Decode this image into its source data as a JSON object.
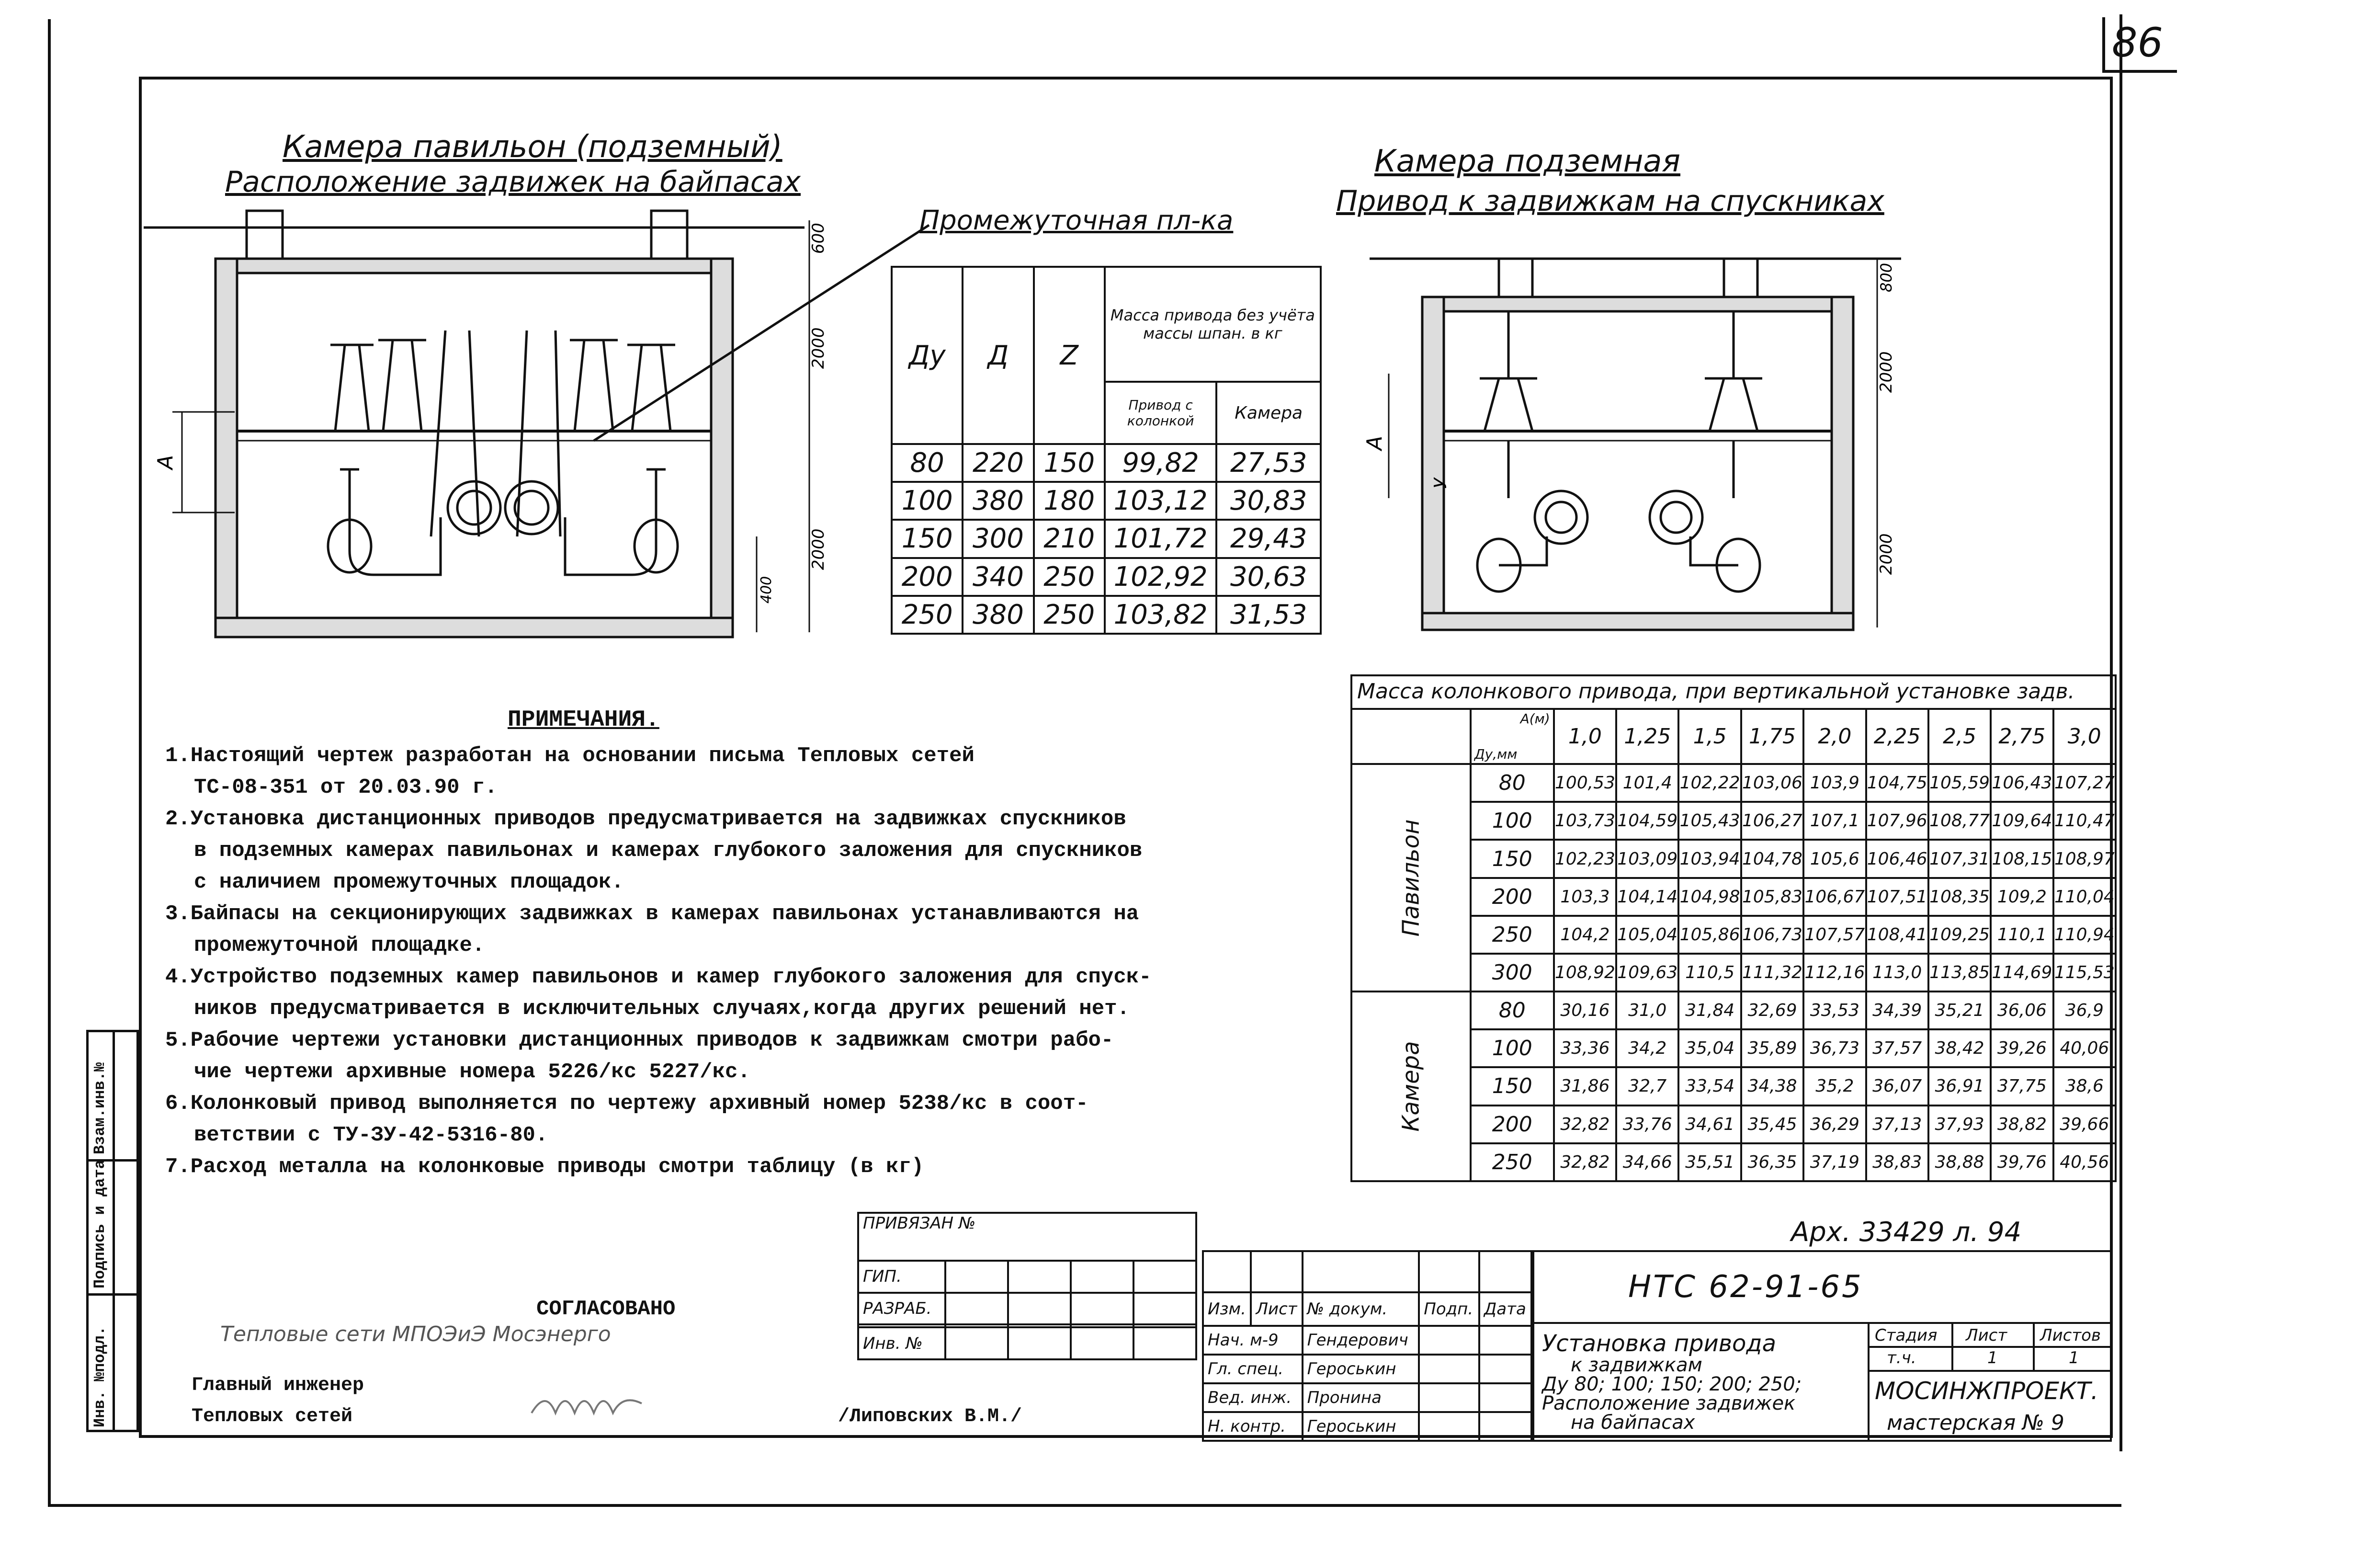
{
  "sheet_number": "86",
  "left_view": {
    "title": "Камера павильон (подземный)",
    "subtitle": "Расположение задвижек на байпасах",
    "dims": [
      "600",
      "2000",
      "2000",
      "400",
      "A"
    ]
  },
  "right_view": {
    "title": "Камера подземная",
    "subtitle": "Привод к задвижкам на спускниках",
    "dims": [
      "800",
      "2000",
      "2000",
      "A",
      "У"
    ]
  },
  "platform_label": "Промежуточная пл-ка",
  "table1": {
    "headers": [
      "Ду",
      "Д",
      "Z"
    ],
    "mass_header": "Масса привода без учёта массы шпан. в кг",
    "sub_headers": [
      "Привод с колонкой",
      "Камера"
    ],
    "rows": [
      [
        "80",
        "220",
        "150",
        "99,82",
        "27,53"
      ],
      [
        "100",
        "380",
        "180",
        "103,12",
        "30,83"
      ],
      [
        "150",
        "300",
        "210",
        "101,72",
        "29,43"
      ],
      [
        "200",
        "340",
        "250",
        "102,92",
        "30,63"
      ],
      [
        "250",
        "380",
        "250",
        "103,82",
        "31,53"
      ]
    ]
  },
  "table2": {
    "title": "Масса колонкового привода, при вертикальной установке задв.",
    "corner_a": "А(м)",
    "corner_du": "Ду,мм",
    "columns": [
      "1,0",
      "1,25",
      "1,5",
      "1,75",
      "2,0",
      "2,25",
      "2,5",
      "2,75",
      "3,0"
    ],
    "groups": [
      {
        "name": "Павильон",
        "rows": [
          [
            "80",
            "100,53",
            "101,4",
            "102,22",
            "103,06",
            "103,9",
            "104,75",
            "105,59",
            "106,43",
            "107,27"
          ],
          [
            "100",
            "103,73",
            "104,59",
            "105,43",
            "106,27",
            "107,1",
            "107,96",
            "108,77",
            "109,64",
            "110,47"
          ],
          [
            "150",
            "102,23",
            "103,09",
            "103,94",
            "104,78",
            "105,6",
            "106,46",
            "107,31",
            "108,15",
            "108,97"
          ],
          [
            "200",
            "103,3",
            "104,14",
            "104,98",
            "105,83",
            "106,67",
            "107,51",
            "108,35",
            "109,2",
            "110,04"
          ],
          [
            "250",
            "104,2",
            "105,04",
            "105,86",
            "106,73",
            "107,57",
            "108,41",
            "109,25",
            "110,1",
            "110,94"
          ],
          [
            "300",
            "108,92",
            "109,63",
            "110,5",
            "111,32",
            "112,16",
            "113,0",
            "113,85",
            "114,69",
            "115,53"
          ]
        ]
      },
      {
        "name": "Камера",
        "rows": [
          [
            "80",
            "30,16",
            "31,0",
            "31,84",
            "32,69",
            "33,53",
            "34,39",
            "35,21",
            "36,06",
            "36,9"
          ],
          [
            "100",
            "33,36",
            "34,2",
            "35,04",
            "35,89",
            "36,73",
            "37,57",
            "38,42",
            "39,26",
            "40,06"
          ],
          [
            "150",
            "31,86",
            "32,7",
            "33,54",
            "34,38",
            "35,2",
            "36,07",
            "36,91",
            "37,75",
            "38,6"
          ],
          [
            "200",
            "32,82",
            "33,76",
            "34,61",
            "35,45",
            "36,29",
            "37,13",
            "37,93",
            "38,82",
            "39,66"
          ],
          [
            "250",
            "32,82",
            "34,66",
            "35,51",
            "36,35",
            "37,19",
            "38,83",
            "38,88",
            "39,76",
            "40,56"
          ]
        ]
      }
    ]
  },
  "notes": {
    "title": "ПРИМЕЧАНИЯ.",
    "items": [
      "1.Настоящий чертеж разработан на основании письма Тепловых сетей",
      "ТС-08-351 от 20.03.90 г.",
      "2.Установка дистанционных приводов предусматривается на задвижках спускников",
      "в подземных камерах павильонах и камерах глубокого заложения для спускников",
      "с наличием промежуточных площадок.",
      "3.Байпасы на секционирующих задвижках в камерах павильонах устанавливаются на",
      "промежуточной площадке.",
      "4.Устройство подземных камер павильонов и камер глубокого заложения для спуск-",
      "ников предусматривается в исключительных случаях,когда других решений нет.",
      "5.Рабочие чертежи установки дистанционных приводов к задвижкам смотри рабо-",
      "чие чертежи архивные номера 5226/кс 5227/кс.",
      "6.Колонковый привод выполняется по чертежу архивный номер 5238/кс в соот-",
      "ветствии с ТУ-ЗУ-42-5316-80.",
      "7.Расход металла на колонковые приводы смотри таблицу (в кг)"
    ]
  },
  "approval": {
    "title": "СОГЛАСОВАНО",
    "org": "Тепловые сети МПОЭиЭ Мосэнерго",
    "line1": "Главный инженер",
    "line2": "Тепловых сетей",
    "name": "/Липовских В.М./"
  },
  "binding_box": {
    "title": "ПРИВЯЗАН №",
    "rows": [
      "ГИП.",
      "РАЗРАБ.",
      "",
      "Инв. №"
    ]
  },
  "side_strip": [
    "Инв. №подл.",
    "Подпись и дата",
    "Взам.инв.№"
  ],
  "archive_no": "Арх. 33429 л. 94",
  "title_block": {
    "code": "НТС 62-91-65",
    "header": [
      "Изм.",
      "Лист",
      "№ докум.",
      "Подп.",
      "Дата"
    ],
    "signers": [
      [
        "Нач. м-9",
        "Гендерович"
      ],
      [
        "Гл. спец.",
        "Героськин"
      ],
      [
        "Вед. инж.",
        "Пронина"
      ],
      [
        "Н. контр.",
        "Героськин"
      ]
    ],
    "name_lines": [
      "Установка привода",
      "к задвижкам",
      "Ду 80; 100; 150; 200; 250;",
      "Расположение задвижек",
      "на байпасах"
    ],
    "stage_headers": [
      "Стадия",
      "Лист",
      "Листов"
    ],
    "stage_values": [
      "т.ч.",
      "1",
      "1"
    ],
    "org": "МОСИНЖПРОЕКТ.",
    "workshop": "мастерская № 9"
  }
}
